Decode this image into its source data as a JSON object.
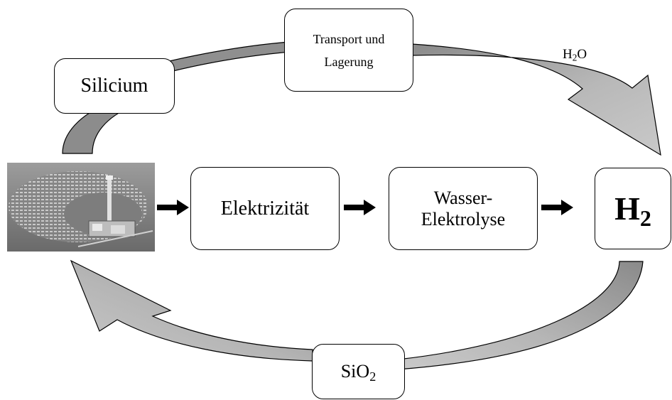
{
  "diagram": {
    "nodes": {
      "transport": {
        "line1": "Transport und",
        "line2": "Lagerung"
      },
      "silicium": {
        "label": "Silicium"
      },
      "elektrizitaet": {
        "label": "Elektrizität"
      },
      "elektrolyse": {
        "line1": "Wasser-",
        "line2": "Elektrolyse"
      },
      "h2": {
        "main": "H",
        "sub": "2"
      },
      "sio2": {
        "main": "SiO",
        "sub": "2"
      }
    },
    "annotations": {
      "h2o": {
        "prefix": "H",
        "sub": "2",
        "suffix": "O"
      }
    },
    "image": {
      "subject": "solar power tower plant",
      "icon": "solar-plant-photo"
    },
    "colors": {
      "arrow_light": "#c2c2c2",
      "arrow_dark": "#8a8a8a",
      "stroke": "#000000"
    }
  }
}
